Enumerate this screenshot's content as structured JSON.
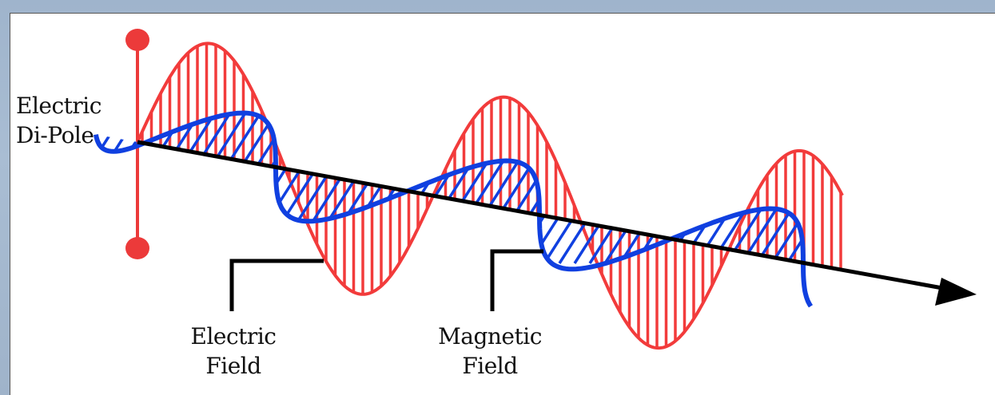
{
  "labels": {
    "dipole": [
      "Electric",
      "Di-Pole"
    ],
    "electric_field": [
      "Electric",
      "Field"
    ],
    "magnetic_field": [
      "Magnetic",
      "Field"
    ]
  },
  "colors": {
    "electric": "#f23b3b",
    "magnetic": "#1040e0",
    "axis": "#000000",
    "dipole": "#ec3a3a"
  }
}
